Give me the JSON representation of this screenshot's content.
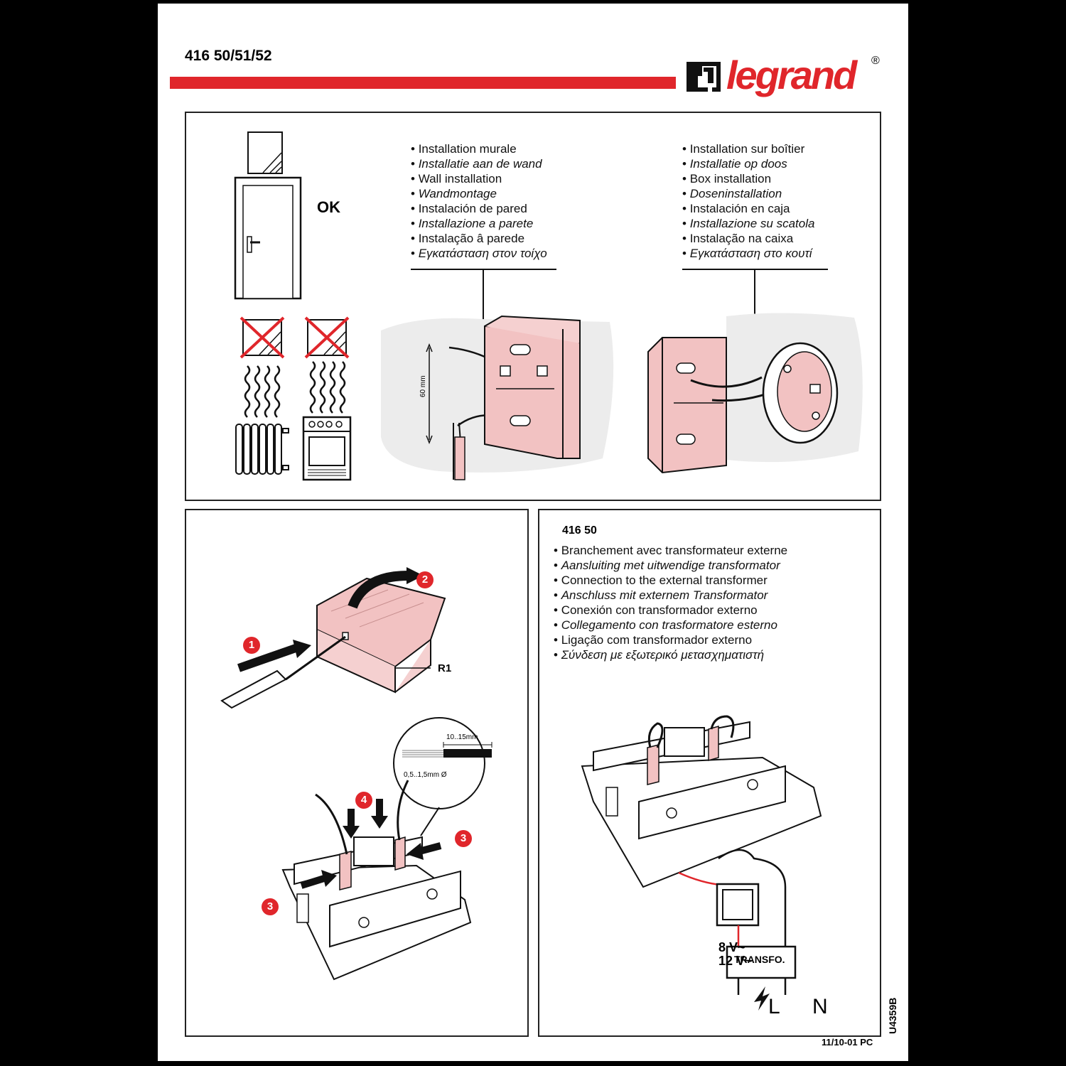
{
  "header": {
    "product_codes": "416 50/51/52",
    "brand": "legrand",
    "registered_mark": "®",
    "accent_color": "#e0262b"
  },
  "top_panel": {
    "ok_label": "OK",
    "wall_installation": [
      "Installation murale",
      "Installatie aan de wand",
      "Wall installation",
      "Wandmontage",
      "Instalación de pared",
      "Installazione a parete",
      "Instalação â parede",
      "Εγκατάσταση στον τοίχο"
    ],
    "box_installation": [
      "Installation sur boîtier",
      "Installatie op doos",
      "Box installation",
      "Doseninstallation",
      "Instalación en caja",
      "Installazione su scatola",
      "Instalação na caixa",
      "Εγκατάσταση στο κουτί"
    ],
    "dimension_label": "60 mm"
  },
  "left_panel": {
    "step1": "1",
    "step2": "2",
    "step3a": "3",
    "step3b": "3",
    "step4": "4",
    "part_label": "R1",
    "strip_length": "10..15mm",
    "wire_section": "0,5..1,5mm Ø"
  },
  "right_panel": {
    "model": "416 50",
    "connection": [
      "Branchement avec transformateur externe",
      "Aansluiting met uitwendige transformator",
      "Connection to the external transformer",
      "Anschluss mit externem Transformator",
      "Conexión con transformador externo",
      "Collegamento con trasformatore esterno",
      "Ligação com transformador externo",
      "Σύνδεση με εξωτερικό μετασχηματιστή"
    ],
    "voltage_1": "8 V~",
    "voltage_2": "12 V~",
    "transformer_label": "TRANSFO.",
    "line_label": "L",
    "neutral_label": "N"
  },
  "footer": {
    "doc_code": "U4359B",
    "date": "11/10-01 PC"
  }
}
